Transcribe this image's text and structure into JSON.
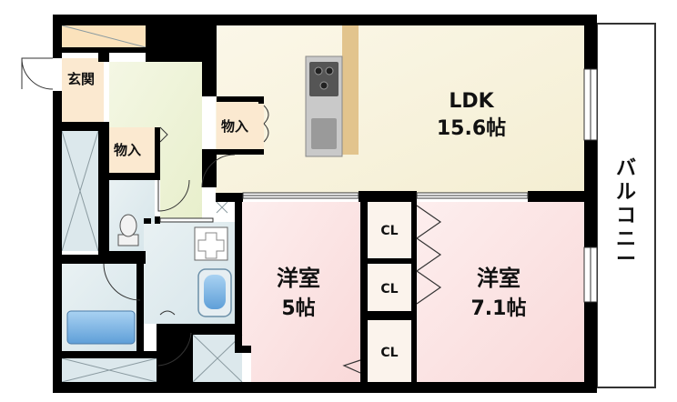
{
  "rooms": {
    "ldk": {
      "name": "LDK",
      "size": "15.6帖"
    },
    "western1": {
      "name": "洋室",
      "size": "5帖"
    },
    "western2": {
      "name": "洋室",
      "size": "7.1帖"
    },
    "entrance": "玄関",
    "storage": "物入",
    "closet": "CL"
  },
  "balcony": [
    "バ",
    "ル",
    "コ",
    "ニ",
    "ー"
  ],
  "colors": {
    "wall": "#000000",
    "ldk_floor": "#f7f3df",
    "western_floor": "#fbe3e3",
    "entrance_floor": "#fbe9d0",
    "corridor_floor": "#eef3d8",
    "wet_floor": "#dde9ec",
    "counter": "#e2c48d",
    "bathtub": "#7fb6e6"
  }
}
